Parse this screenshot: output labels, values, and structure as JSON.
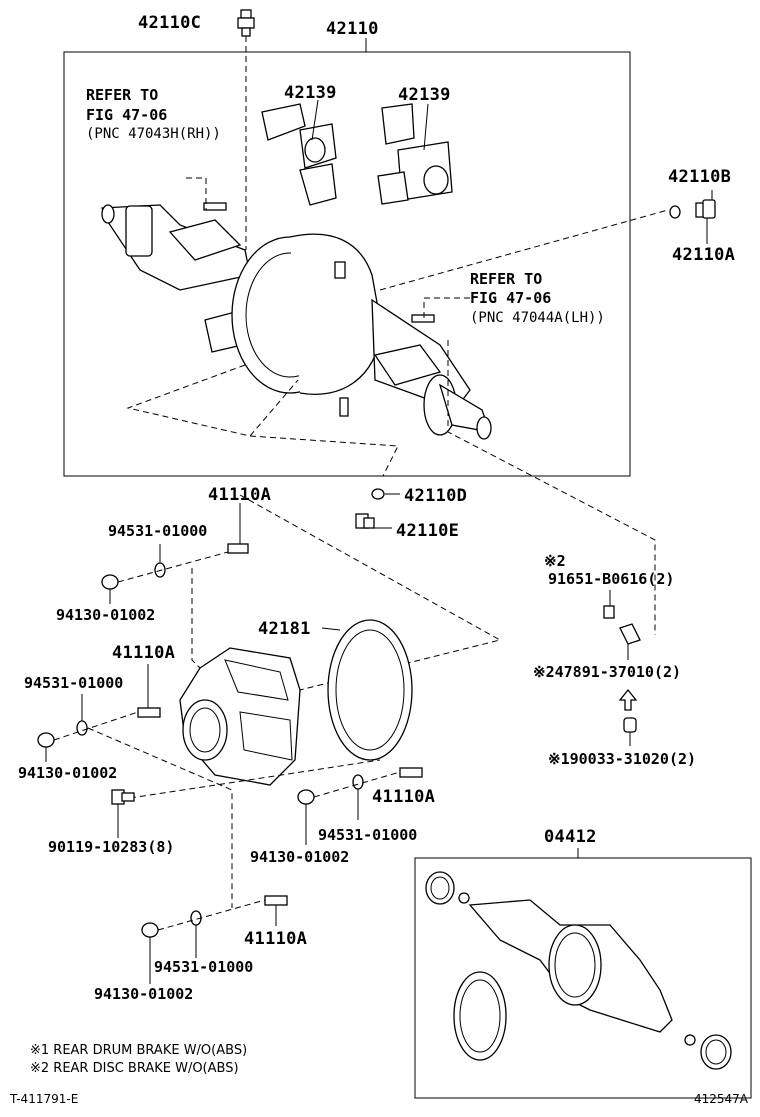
{
  "labels": {
    "p42110C": "42110C",
    "p42110": "42110",
    "p42139_a": "42139",
    "p42139_b": "42139",
    "p42110B": "42110B",
    "p42110A": "42110A",
    "refer1_line1": "REFER TO",
    "refer1_line2": "FIG 47-06",
    "refer1_line3": "(PNC 47043H(RH))",
    "refer2_line1": "REFER TO",
    "refer2_line2": "FIG 47-06",
    "refer2_line3": "(PNC 47044A(LH))",
    "p42110D": "42110D",
    "p42110E": "42110E",
    "p41110A_top": "41110A",
    "p94531_1": "94531-01000",
    "p94130_1": "94130-01002",
    "p42181": "42181",
    "p41110A_mid": "41110A",
    "p94531_2": "94531-01000",
    "p94130_2": "94130-01002",
    "p41110A_right": "41110A",
    "p94531_3": "94531-01000",
    "p94130_3": "94130-01002",
    "p90119": "90119-10283(8)",
    "p41110A_bottom": "41110A",
    "p94531_4": "94531-01000",
    "p94130_4": "94130-01002",
    "mark2_top": "※2",
    "p91651": "91651-B0616(2)",
    "p47891": "※247891-37010(2)",
    "p190033": "※190033-31020(2)",
    "p04412": "04412"
  },
  "notes": {
    "note1": "※1 REAR DRUM BRAKE W/O(ABS)",
    "note2": "※2 REAR DISC BRAKE W/O(ABS)"
  },
  "corners": {
    "left_code": "T-411791-E",
    "right_code": "412547A"
  }
}
